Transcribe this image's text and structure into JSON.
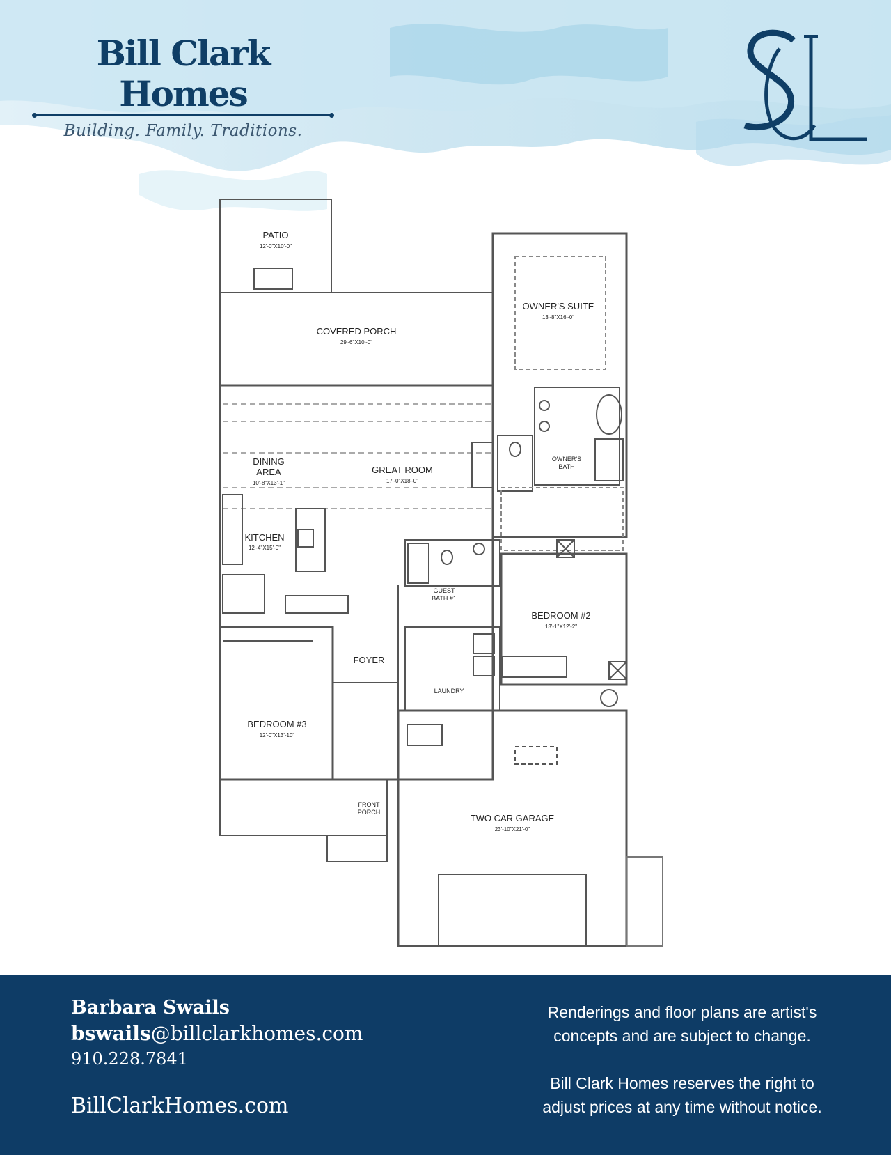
{
  "header": {
    "brand_name": "Bill Clark Homes",
    "tagline": "Building. Family. Traditions.",
    "monogram_letters": "SL"
  },
  "plan_labels": {
    "patio": {
      "name": "PATIO",
      "dims": "12'-0\"X10'-0\""
    },
    "covered_porch": {
      "name": "COVERED PORCH",
      "dims": "29'-6\"X10'-0\""
    },
    "owners_suite": {
      "name": "OWNER'S SUITE",
      "dims": "13'-8\"X16'-0\""
    },
    "dining": {
      "line1": "DINING",
      "line2": "AREA",
      "dims": "10'-8\"X13'-1\""
    },
    "great_room": {
      "name": "GREAT ROOM",
      "dims": "17'-0\"X18'-0\""
    },
    "owners_bath": {
      "line1": "OWNER'S",
      "line2": "BATH"
    },
    "kitchen": {
      "name": "KITCHEN",
      "dims": "12'-4\"X15'-0\""
    },
    "guest_bath": {
      "line1": "GUEST",
      "line2": "BATH #1"
    },
    "bedroom2": {
      "name": "BEDROOM #2",
      "dims": "13'-1\"X12'-2\""
    },
    "foyer": {
      "name": "FOYER"
    },
    "laundry": {
      "name": "LAUNDRY"
    },
    "bedroom3": {
      "name": "BEDROOM #3",
      "dims": "12'-0\"X13'-10\""
    },
    "front_porch": {
      "line1": "FRONT",
      "line2": "PORCH"
    },
    "garage": {
      "name": "TWO CAR GARAGE",
      "dims": "23'-10\"X21'-0\""
    }
  },
  "footer": {
    "name": "Barbara Swails",
    "email_user": "bswails",
    "email_domain": "@billclarkhomes.com",
    "phone": "910.228.7841",
    "website": "BillClarkHomes.com",
    "disclaimer_1_line1": "Renderings and floor plans are artist's",
    "disclaimer_1_line2": "concepts and are subject to change.",
    "disclaimer_2_line1": "Bill Clark Homes reserves the right to",
    "disclaimer_2_line2": "adjust prices at any time without notice."
  },
  "colors": {
    "brand_navy": "#0e3c66",
    "watercolor_light": "#d7ecf5",
    "watercolor_mid": "#a9d3e6"
  }
}
